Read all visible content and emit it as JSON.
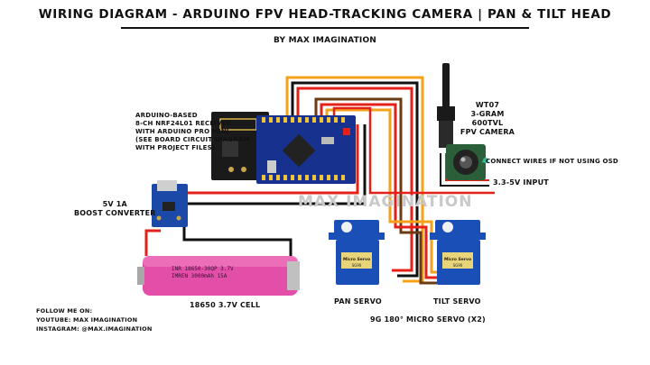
{
  "title": "WIRING DIAGRAM - ARDUINO FPV HEAD-TRACKING CAMERA | PAN & TILT HEAD",
  "byline": "BY MAX IMAGINATION",
  "receiver": {
    "lines": [
      "ARDUINO-BASED",
      "8-CH NRF24L01 RECEIVER",
      "WITH ARDUINO PRO MINI",
      "(SEE BOARD CIRCUIT DIAGRAM",
      "WITH PROJECT FILES)"
    ]
  },
  "boost": {
    "lines": [
      "5V 1A",
      "BOOST CONVERTER"
    ]
  },
  "camera": {
    "lines": [
      "WT07",
      "3-GRAM",
      "600TVL",
      "FPV CAMERA"
    ]
  },
  "osd_note": "CONNECT WIRES IF NOT USING OSD",
  "input_note": "3.3-5V INPUT",
  "battery": {
    "label": "18650 3.7V CELL",
    "print1": "INR 18650-30QP 3.7V",
    "print2": "IMREN 3000mAh 15A"
  },
  "pan_servo": "PAN SERVO",
  "tilt_servo": "TILT SERVO",
  "servo_model": "9G 180° MICRO SERVO (X2)",
  "servo_badge": "Micro Servo",
  "servo_badge2": "SG90",
  "watermark": "MAX IMAGINATION",
  "follow": {
    "line1": "FOLLOW ME ON:",
    "line2": "YOUTUBE: MAX IMAGINATION",
    "line3": "INSTAGRAM: @MAX.IMAGINATION"
  },
  "colors": {
    "wire_red": "#e32119",
    "wire_black": "#111111",
    "wire_orange": "#f5a21a",
    "wire_brown": "#6b3b12",
    "board_blue": "#16328e",
    "servo_blue": "#1b4fb8",
    "battery_pink": "#e34fa8"
  }
}
